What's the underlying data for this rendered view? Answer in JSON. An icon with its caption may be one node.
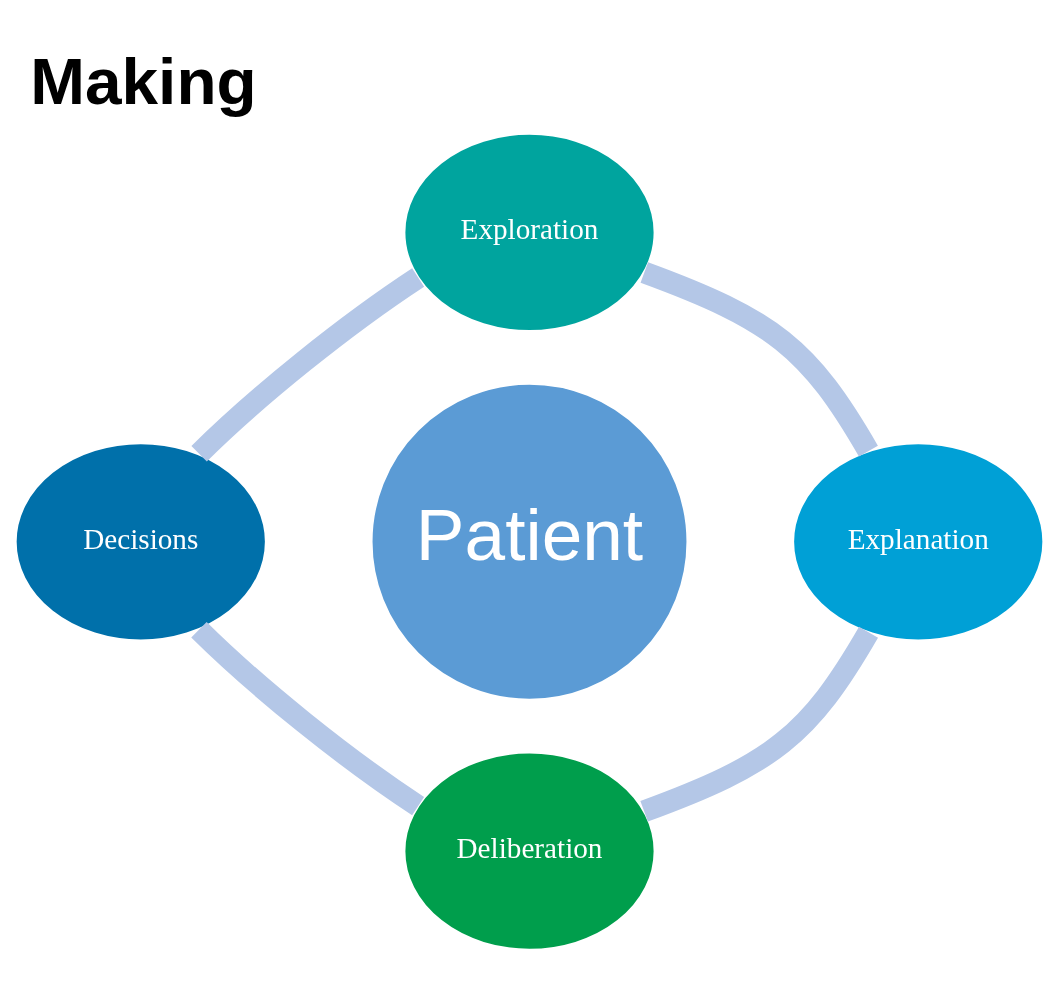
{
  "diagram": {
    "title": "Making",
    "nodes": [
      {
        "text": [
          "Exploration"
        ]
      },
      {
        "text": [
          "Explanation"
        ]
      },
      {
        "text": [
          "Deliberation"
        ]
      },
      {
        "text": [
          "Decisions"
        ]
      },
      {
        "text": [
          "Patient"
        ]
      }
    ],
    "edges": [
      {
        "from": 0,
        "to": 1,
        "arrow": "none"
      },
      {
        "from": 1,
        "to": 2,
        "arrow": "none"
      },
      {
        "from": 2,
        "to": 3,
        "arrow": "none"
      },
      {
        "from": 3,
        "to": 0,
        "arrow": "none"
      }
    ]
  }
}
